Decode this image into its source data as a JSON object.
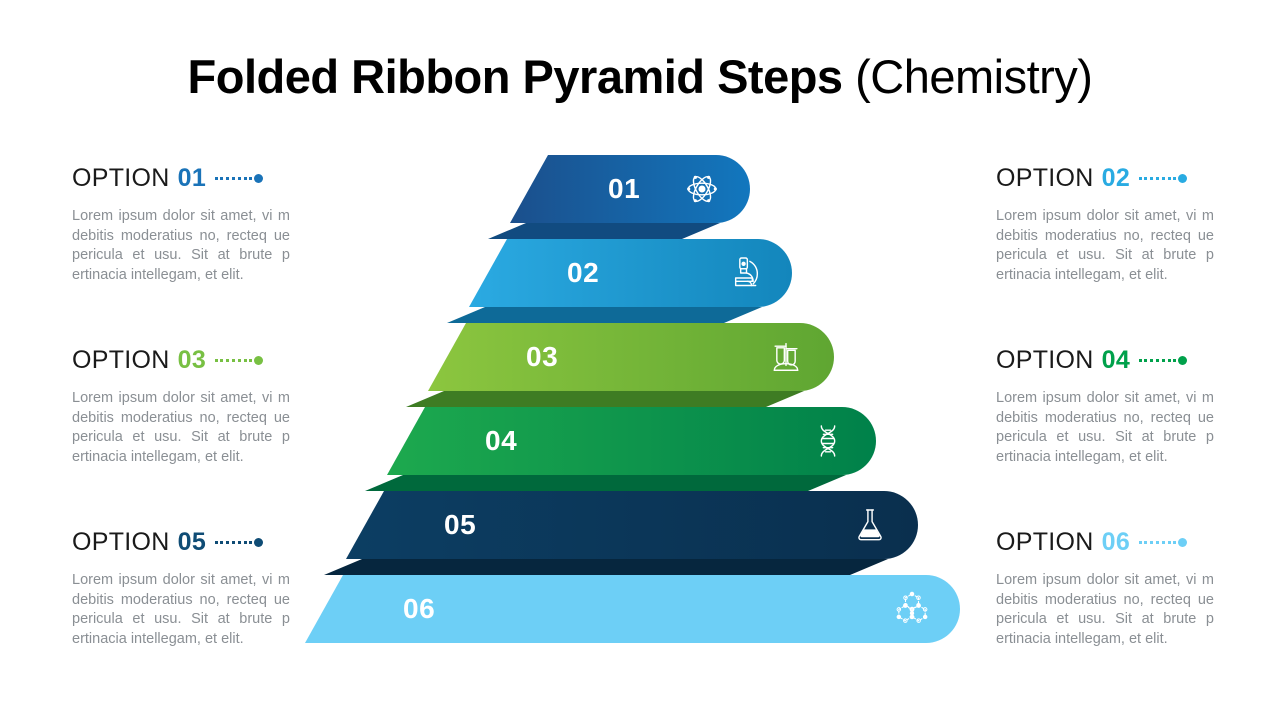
{
  "title": {
    "bold": "Folded Ribbon Pyramid Steps",
    "regular": "(Chemistry)"
  },
  "body_text": "Lorem ipsum dolor sit amet, vi m debitis moderatius no, recteq ue pericula et usu. Sit at brute p ertinacia intellegam, et elit.",
  "option_label": "OPTION",
  "options": [
    {
      "num": "01",
      "color": "#1a73b8",
      "side": "left",
      "icon": "atom-icon"
    },
    {
      "num": "02",
      "color": "#29ABE2",
      "side": "right",
      "icon": "microscope-icon"
    },
    {
      "num": "03",
      "color": "#78C043",
      "side": "left",
      "icon": "test-tubes-icon"
    },
    {
      "num": "04",
      "color": "#00A14B",
      "side": "right",
      "icon": "dna-icon"
    },
    {
      "num": "05",
      "color": "#0F4C75",
      "side": "left",
      "icon": "flask-icon"
    },
    {
      "num": "06",
      "color": "#6DCFF6",
      "side": "right",
      "icon": "molecule-icon"
    }
  ],
  "bands": [
    {
      "num": "01",
      "icon": "atom-icon",
      "grad_from": "#1B4F8C",
      "grad_to": "#1277BE",
      "fold": "#114B80"
    },
    {
      "num": "02",
      "icon": "microscope-icon",
      "grad_from": "#2BAAE2",
      "grad_to": "#1386BC",
      "fold": "#0E6A98"
    },
    {
      "num": "03",
      "icon": "test-tubes-icon",
      "grad_from": "#8CC63F",
      "grad_to": "#5FA632",
      "fold": "#3E7C23"
    },
    {
      "num": "04",
      "icon": "dna-icon",
      "grad_from": "#1DA94E",
      "grad_to": "#00814A",
      "fold": "#00693C"
    },
    {
      "num": "05",
      "icon": "flask-icon",
      "grad_from": "#0C3E63",
      "grad_to": "#0A2F4E",
      "fold": "#06263E"
    },
    {
      "num": "06",
      "icon": "molecule-icon",
      "grad_from": "#6DCFF6",
      "grad_to": "#6DCFF6",
      "fold": "#6DCFF6"
    }
  ],
  "colors": {
    "title_text": "#000000",
    "option_text": "#1a1a1a",
    "body_text": "#8a8f94",
    "background": "#ffffff"
  }
}
